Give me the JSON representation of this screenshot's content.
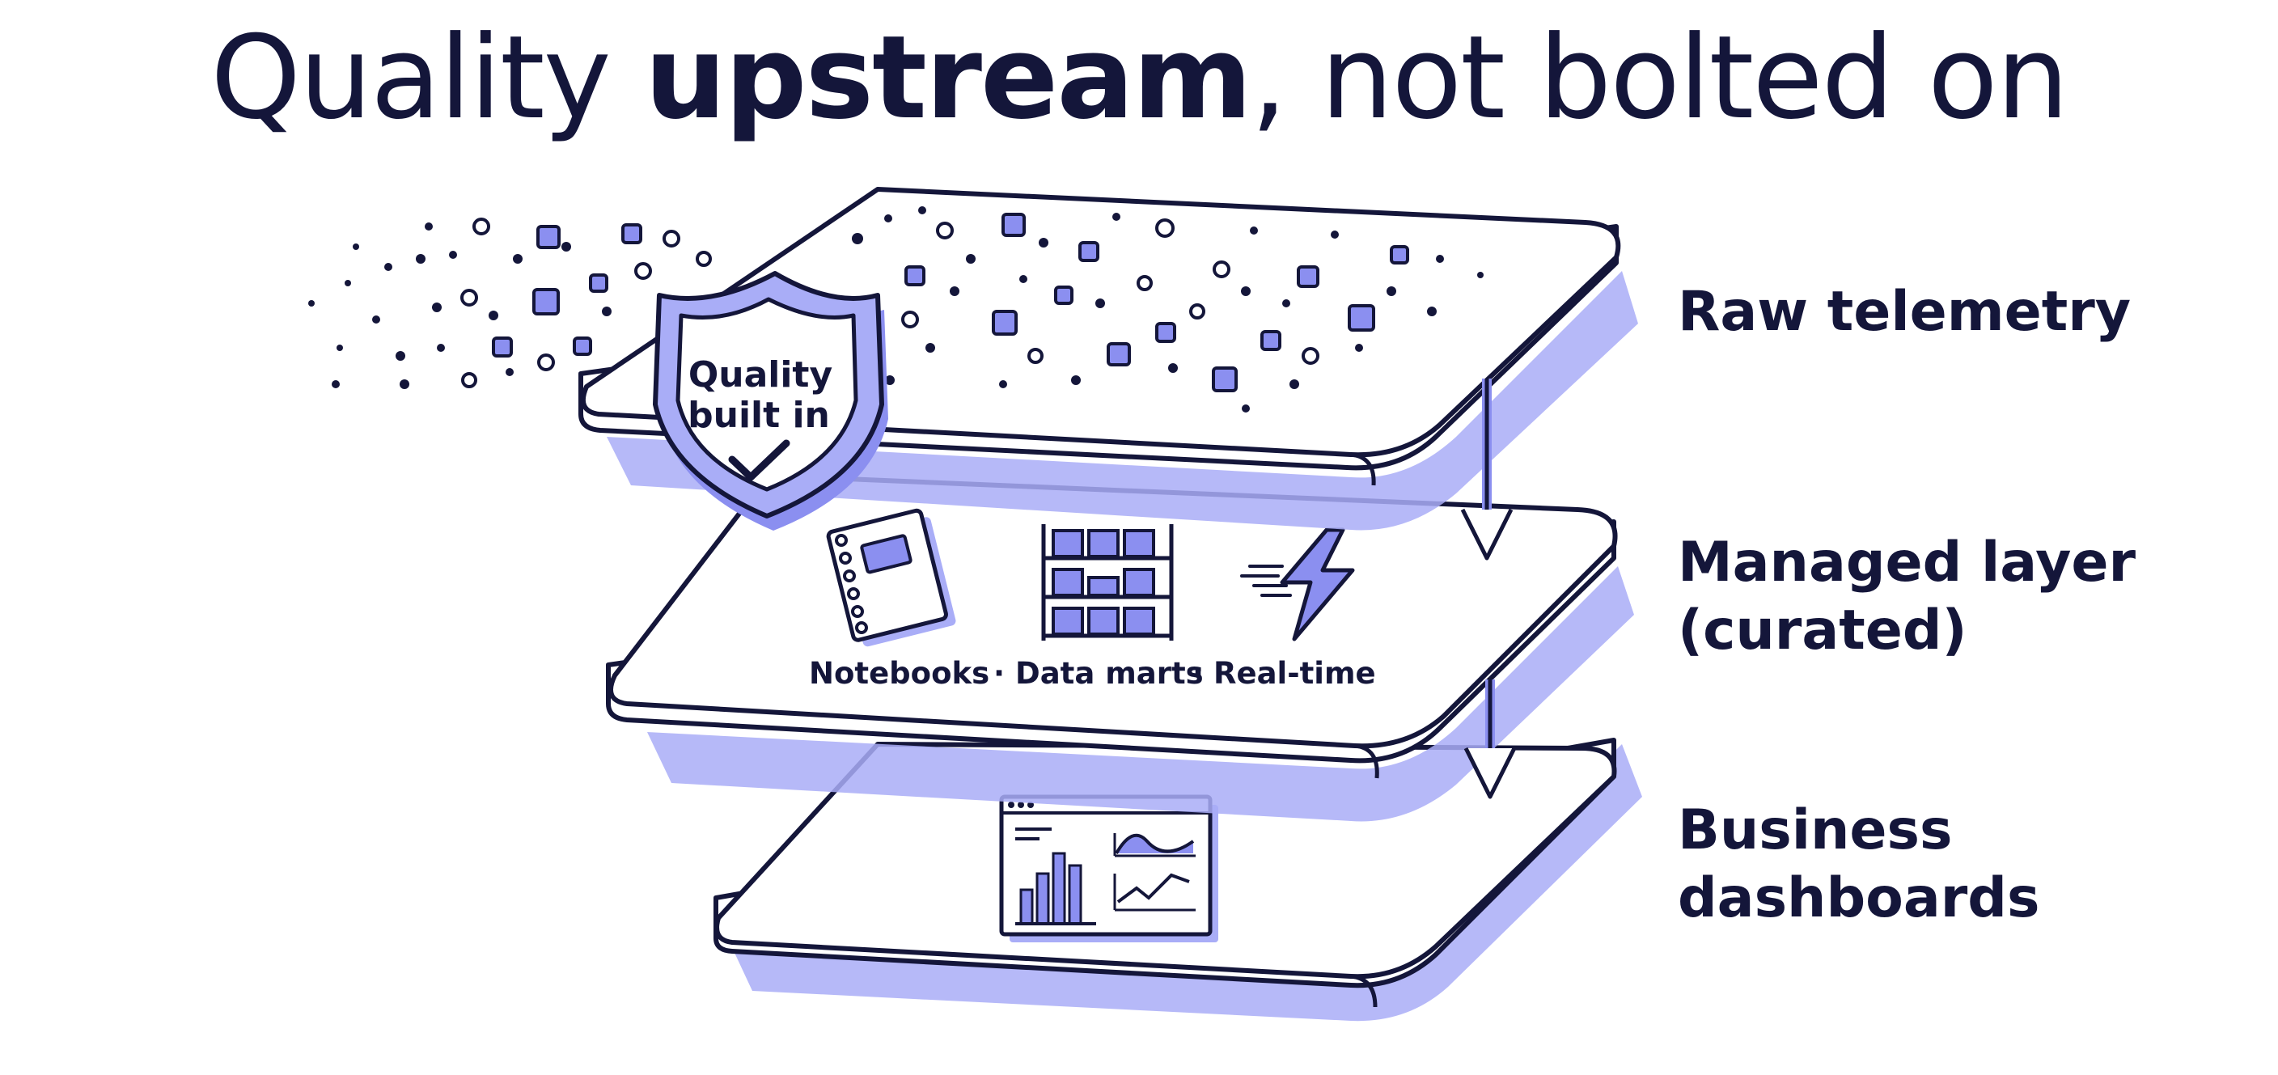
{
  "title": {
    "part1": "Quality ",
    "part2": "upstream",
    "part3": ", not bolted on"
  },
  "layers": {
    "raw": {
      "label": "Raw telemetry"
    },
    "managed": {
      "label_line1": "Managed layer",
      "label_line2": "(curated)",
      "tools": {
        "notebooks": "Notebooks",
        "sep1": "·",
        "data_marts": "Data marts",
        "sep2": "·",
        "realtime": "Real-time"
      }
    },
    "business": {
      "label_line1": "Business",
      "label_line2": "dashboards"
    }
  },
  "shield": {
    "line1": "Quality",
    "line2": "built in",
    "icon": "checkmark-icon"
  },
  "colors": {
    "ink": "#14163a",
    "accent": "#8b8ff0",
    "accent_light": "#a9adf7",
    "background": "#ffffff"
  }
}
